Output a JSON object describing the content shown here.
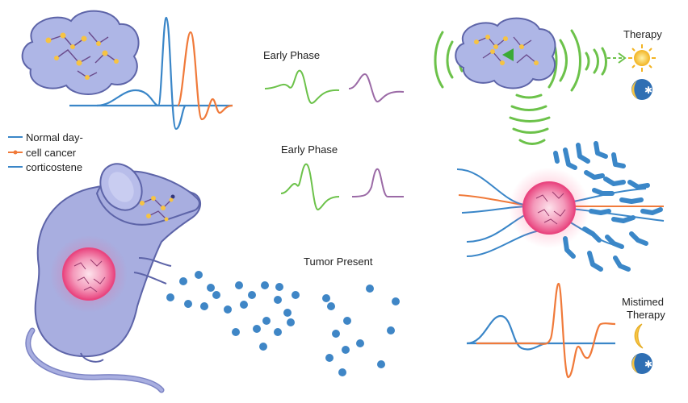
{
  "legend": {
    "items": [
      {
        "label": "Normal day-",
        "color": "#3a86c8"
      },
      {
        "label": "cell cancer",
        "color": "#f07a3a"
      },
      {
        "label": "corticostene",
        "color": "#3a86c8"
      }
    ]
  },
  "labels": {
    "early_phase_1": "Early Phase",
    "early_phase_2": "Early Phase",
    "tumor_present": "Tumor Present",
    "therapy": "Therapy",
    "mistimed_line1": "Mistimed",
    "mistimed_line2": "Therapy"
  },
  "colors": {
    "blue": "#3a86c8",
    "orange": "#f07a3a",
    "green": "#6cc24a",
    "purple": "#9b6aa6",
    "brain": "#aeb6e6",
    "mouse": "#a8aee0",
    "tumor": "#f27aa8",
    "cell_dot": "#3f86c6",
    "sun": "#f6c343",
    "moon_bg": "#2f6fb3",
    "receptor": "#3b87c8"
  },
  "icons": [
    "brain-cloud-icon",
    "mouse-icon",
    "tumor-icon",
    "sun-icon",
    "moon-icon",
    "signal-wave-icon",
    "arrow-right-icon"
  ]
}
